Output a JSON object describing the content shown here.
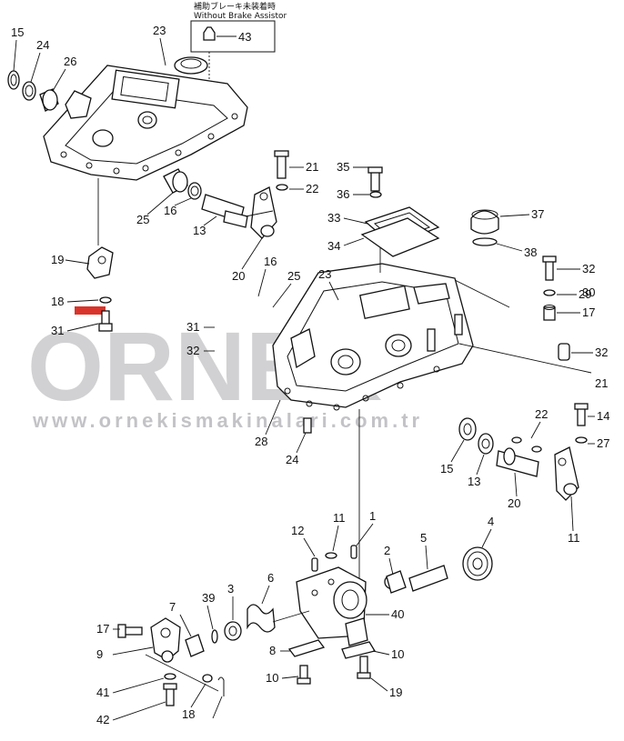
{
  "header": {
    "caption_jp": "補助ブレーキ未装着時",
    "caption_en": "Without Brake Assistor"
  },
  "watermark": {
    "brand": "ORNEK",
    "url": "www.ornekismakinalari.com.tr",
    "accent_color": "#d9342b",
    "text_color": "#c9c9cc"
  },
  "callouts": [
    "15",
    "24",
    "26",
    "23",
    "43",
    "21",
    "22",
    "35",
    "36",
    "33",
    "34",
    "37",
    "38",
    "25",
    "16",
    "13",
    "20",
    "16",
    "25",
    "23",
    "31",
    "32",
    "29",
    "17",
    "19",
    "18",
    "31",
    "32",
    "30",
    "32",
    "21",
    "14",
    "22",
    "27",
    "28",
    "24",
    "15",
    "13",
    "20",
    "11",
    "12",
    "11",
    "1",
    "4",
    "2",
    "5",
    "6",
    "3",
    "39",
    "7",
    "40",
    "17",
    "9",
    "8",
    "10",
    "10",
    "19",
    "41",
    "18",
    "42"
  ]
}
